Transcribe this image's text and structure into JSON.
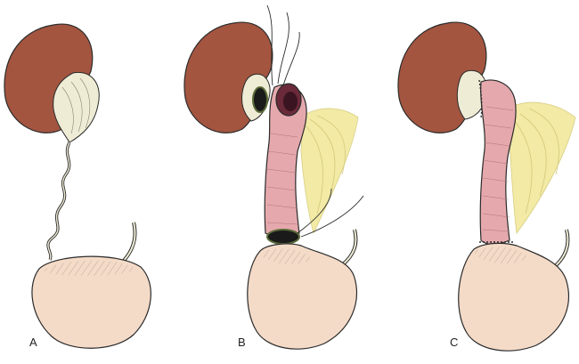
{
  "panels": [
    {
      "label": "A"
    },
    {
      "label": "B"
    },
    {
      "label": "C"
    }
  ],
  "colors": {
    "kidney": "#a35540",
    "renal_pelvis": "#efecd6",
    "bladder": "#f4dbc8",
    "bowel_segment": "#e5a9ad",
    "mesentery": "#f2eaa5",
    "outline": "#2b2b2b"
  }
}
